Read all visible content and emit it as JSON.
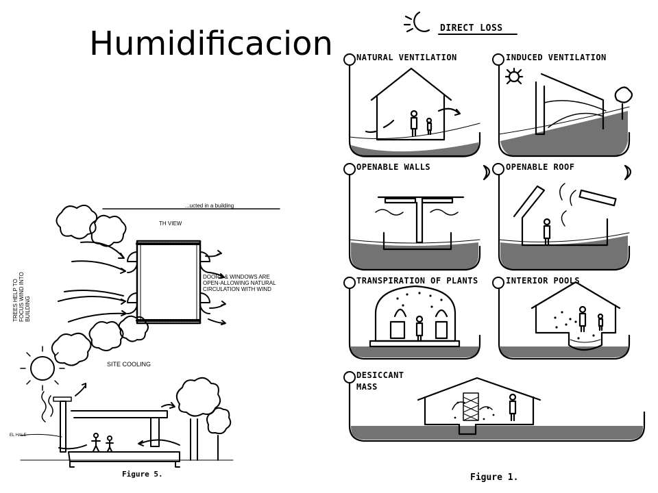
{
  "slide": {
    "title": "Humidificacion"
  },
  "left_figure": {
    "header_text": "...ucted in a building",
    "plan_label": "TH VIEW",
    "trees_note": [
      "TREES HELP TO",
      "FOCUS WIND INTO",
      "BUILDING"
    ],
    "doors_note": [
      "DOORS & WINDOWS ARE",
      "OPEN-ALLOWING NATURAL",
      "CIRCULATION WITH WIND"
    ],
    "site_label": "SITE COOLING",
    "ground_note": "EL HALE",
    "caption": "Figure 5."
  },
  "right_figure": {
    "header": "DIRECT LOSS",
    "panels": [
      {
        "label": "NATURAL VENTILATION"
      },
      {
        "label": "INDUCED VENTILATION"
      },
      {
        "label": "OPENABLE WALLS"
      },
      {
        "label": "OPENABLE ROOF"
      },
      {
        "label": "TRANSPIRATION OF PLANTS"
      },
      {
        "label": "INTERIOR POOLS"
      },
      {
        "label": "DESICCANT"
      },
      {
        "label": "MASS"
      }
    ],
    "caption": "Figure 1."
  }
}
